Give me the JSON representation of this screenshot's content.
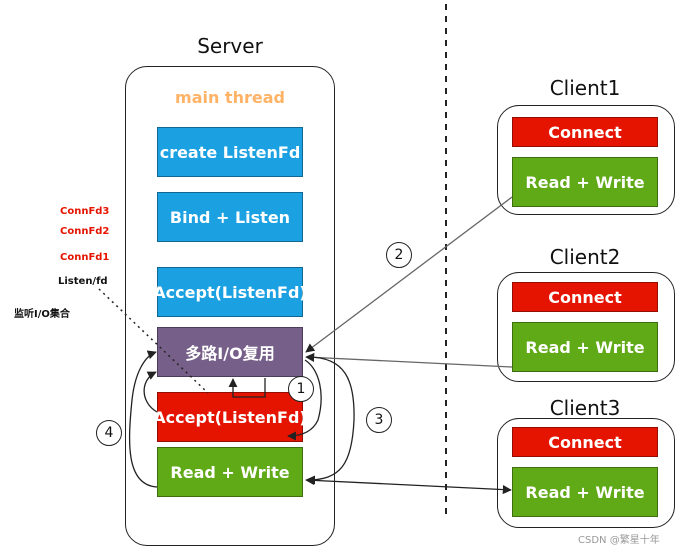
{
  "server": {
    "title": "Server",
    "main_thread": "main thread",
    "create_listenfd": "create ListenFd",
    "bind_listen": "Bind + Listen",
    "accept_top": "Accept(ListenFd)",
    "multiplex": "多路I/O复用",
    "accept_red": "Accept(ListenFd)",
    "read_write": "Read + Write"
  },
  "side_labels": {
    "connfd3": "ConnFd3",
    "connfd2": "ConnFd2",
    "connfd1": "ConnFd1",
    "listen_fd": "Listen/fd",
    "monitor_set": "监听I/O集合"
  },
  "steps": {
    "one": "1",
    "two": "2",
    "three": "3",
    "four": "4"
  },
  "clients": [
    {
      "title": "Client1",
      "connect": "Connect",
      "read_write": "Read + Write"
    },
    {
      "title": "Client2",
      "connect": "Connect",
      "read_write": "Read + Write"
    },
    {
      "title": "Client3",
      "connect": "Connect",
      "read_write": "Read + Write"
    }
  ],
  "watermark": "CSDN @繁星十年",
  "colors": {
    "blue": "#1ba1e2",
    "purple": "#76608a",
    "red": "#e51400",
    "green": "#60a917",
    "main_thread_orange": "#ffb366"
  }
}
